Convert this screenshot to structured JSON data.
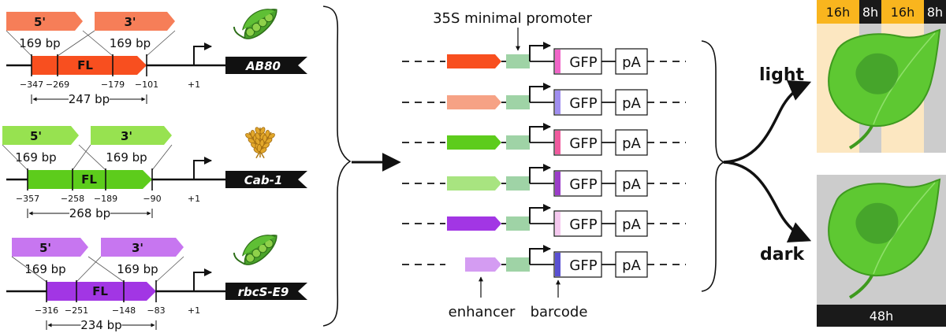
{
  "colors": {
    "ab80": "#f84f1f",
    "ab80_light": "#f67e58",
    "cab1": "#5dcc1c",
    "cab1_light": "#97e250",
    "rbcs": "#a236e4",
    "rbcs_light": "#c776f0",
    "promoter": "#9fd3a6",
    "day": "#fce7c1",
    "day_header": "#f9b51e",
    "night": "#cccccc",
    "night_header": "#1a1a1a",
    "leaf": "#5ec832",
    "leaf_dark": "#3e9a1e"
  },
  "constructs": [
    {
      "gene": "AB80",
      "five": "5'",
      "three": "3'",
      "fl": "FL",
      "five_bp": "169 bp",
      "three_bp": "169 bp",
      "ticks": [
        "−347",
        "−269",
        "−179",
        "−101"
      ],
      "tss": "+1",
      "span": "247 bp",
      "icon": "pea-pod-icon"
    },
    {
      "gene": "Cab-1",
      "five": "5'",
      "three": "3'",
      "fl": "FL",
      "five_bp": "169 bp",
      "three_bp": "169 bp",
      "ticks": [
        "−357",
        "−258",
        "−189",
        "−90"
      ],
      "tss": "+1",
      "span": "268 bp",
      "icon": "wheat-icon"
    },
    {
      "gene": "rbcS-E9",
      "five": "5'",
      "three": "3'",
      "fl": "FL",
      "five_bp": "169 bp",
      "three_bp": "169 bp",
      "ticks": [
        "−316",
        "−251",
        "−148",
        "−83"
      ],
      "tss": "+1",
      "span": "234 bp",
      "icon": "pea-pod-icon"
    }
  ],
  "library": {
    "promoter_label": "35S minimal promoter",
    "gfp": "GFP",
    "pa": "pA",
    "enhancer_label": "enhancer",
    "barcode_label": "barcode",
    "rows": [
      {
        "enhancer_color": "#f84f1f",
        "barcode_color": "#f065c8"
      },
      {
        "enhancer_color": "#f6a285",
        "barcode_color": "#a08ef0"
      },
      {
        "enhancer_color": "#5dcc1c",
        "barcode_color": "#f05a9e"
      },
      {
        "enhancer_color": "#a8e480",
        "barcode_color": "#9b3cc8"
      },
      {
        "enhancer_color": "#a236e4",
        "barcode_color": "#f5c8ef"
      },
      {
        "enhancer_color": "#d49cf2",
        "barcode_color": "#5a50d2"
      }
    ]
  },
  "conditions": {
    "light": "light",
    "dark": "dark",
    "light_cycle": [
      "16h",
      "8h",
      "16h",
      "8h"
    ],
    "dark_duration": "48h"
  }
}
